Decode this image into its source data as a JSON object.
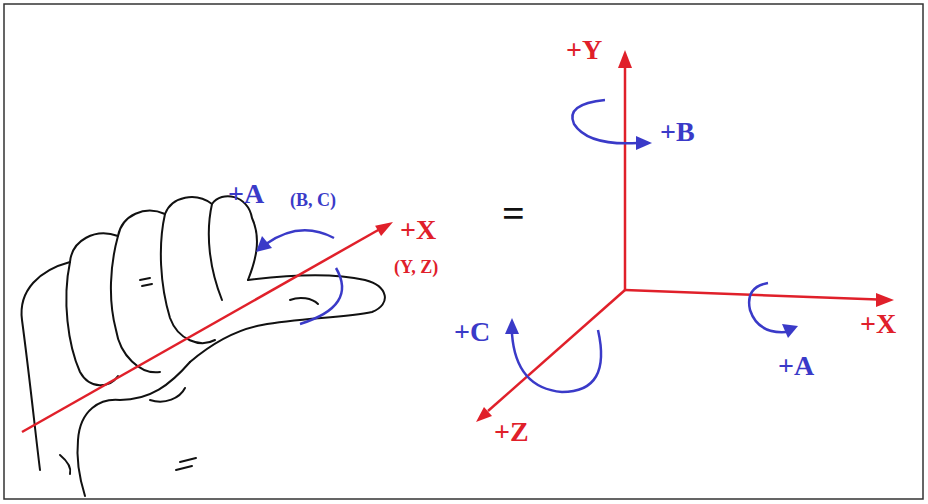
{
  "diagram": {
    "labels": [
      "+A",
      "(B, C)",
      "+X",
      "(Y, Z)",
      "=",
      "+Y",
      "+B",
      "+C",
      "+X",
      "+A",
      "+Z"
    ]
  }
}
